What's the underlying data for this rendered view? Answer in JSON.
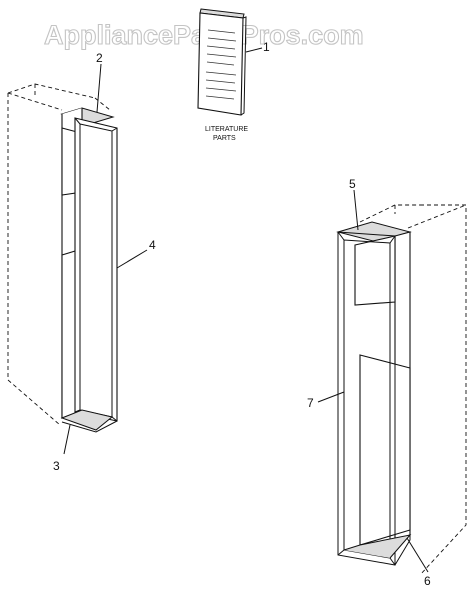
{
  "watermark": "AppliancePartsPros.com",
  "literature_label": [
    "LITERATURE",
    "PARTS"
  ],
  "callouts": {
    "c1": "1",
    "c2": "2",
    "c3": "3",
    "c4": "4",
    "c5": "5",
    "c6": "6",
    "c7": "7"
  }
}
